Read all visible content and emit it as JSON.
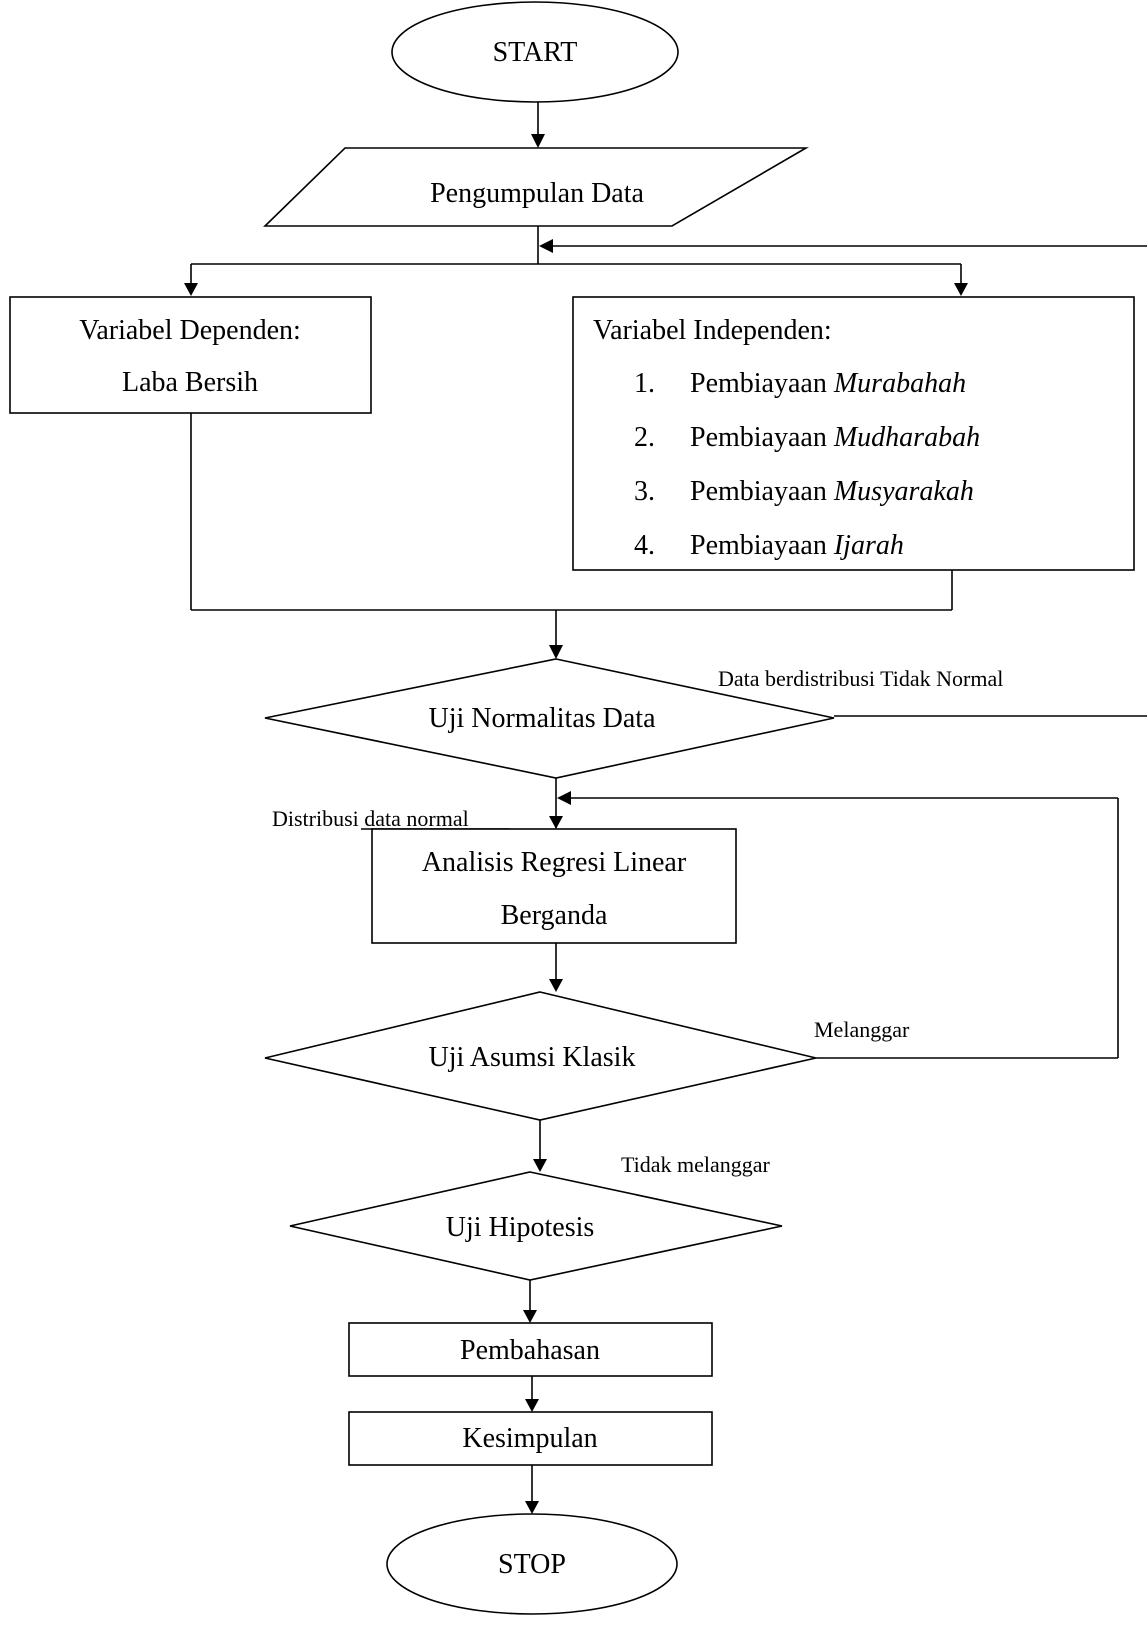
{
  "nodes": {
    "start": "START",
    "pengumpulan_data": "Pengumpulan Data",
    "variabel_dependen_title": "Variabel Dependen:",
    "variabel_dependen_value": "Laba Bersih",
    "variabel_independen_title": "Variabel Independen:",
    "uji_normalitas": "Uji Normalitas Data",
    "analisis_regresi_line1": "Analisis Regresi Linear",
    "analisis_regresi_line2": "Berganda",
    "uji_asumsi": "Uji  Asumsi Klasik",
    "uji_hipotesis": "Uji  Hipotesis",
    "pembahasan": "Pembahasan",
    "kesimpulan": "Kesimpulan",
    "stop": "STOP"
  },
  "independent_items": [
    {
      "number": "1.",
      "prefix": "Pembiayaan ",
      "term": "Murabahah"
    },
    {
      "number": "2.",
      "prefix": "Pembiayaan ",
      "term": "Mudharabah"
    },
    {
      "number": "3.",
      "prefix": "Pembiayaan ",
      "term": "Musyarakah"
    },
    {
      "number": "4.",
      "prefix": "Pembiayaan ",
      "term": "Ijarah"
    }
  ],
  "edge_labels": {
    "tidak_normal": "Data berdistribusi Tidak Normal",
    "normal": "Distribusi data normal",
    "melanggar": "Melanggar",
    "tidak_melanggar": "Tidak melanggar"
  }
}
